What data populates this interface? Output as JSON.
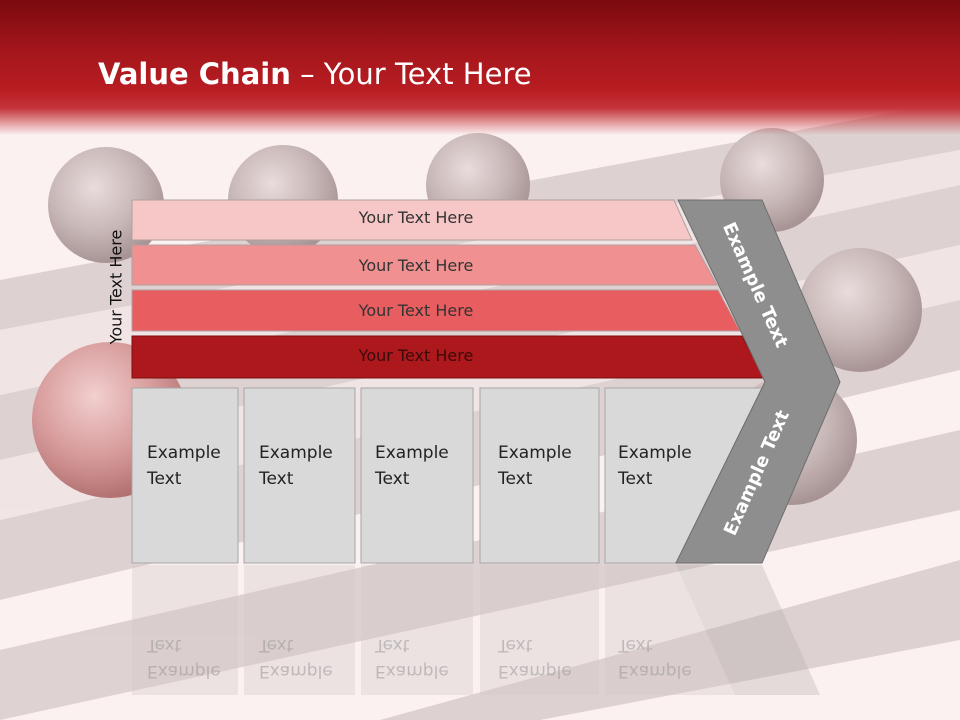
{
  "title": {
    "bold": "Value Chain",
    "rest": " – Your Text Here"
  },
  "side_label": "Your Text Here",
  "bars": [
    {
      "label": "Your Text Here",
      "fill": "#f7c6c6",
      "text_color": "#333333"
    },
    {
      "label": "Your Text Here",
      "fill": "#f09090",
      "text_color": "#333333"
    },
    {
      "label": "Your Text Here",
      "fill": "#e85d5f",
      "text_color": "#333333"
    },
    {
      "label": "Your Text Here",
      "fill": "#ad181c",
      "text_color": "#3a0a0a"
    }
  ],
  "boxes": [
    {
      "line1": "Example",
      "line2": "Text"
    },
    {
      "line1": "Example",
      "line2": "Text"
    },
    {
      "line1": "Example",
      "line2": "Text"
    },
    {
      "line1": "Example",
      "line2": "Text"
    },
    {
      "line1": "Example",
      "line2": "Text"
    }
  ],
  "arrow_top_label": "Example Text",
  "arrow_bottom_label": "Example Text",
  "colors": {
    "header": "#b81d22",
    "arrow": "#8e8e8e",
    "box": "#d9d9d9"
  }
}
